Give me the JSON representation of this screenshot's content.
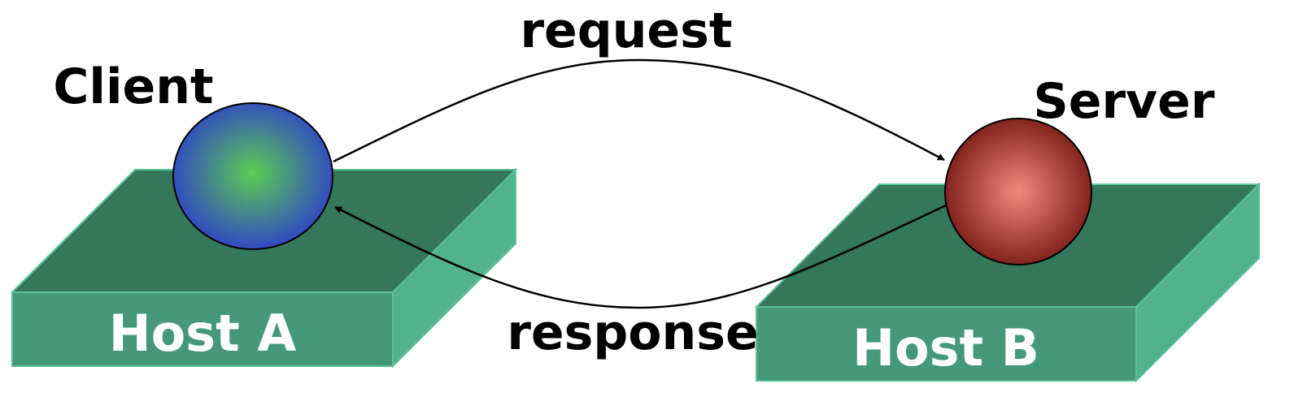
{
  "colors": {
    "background": "#ffffff",
    "host_top": "#35775b",
    "host_front": "#46987a",
    "host_side": "#52b28d",
    "host_edge": "#5cc29a",
    "client_center": "#5ccc52",
    "client_edge": "#2f42c8",
    "server_center": "#f08a80",
    "server_edge": "#7e1f19",
    "arrow": "#000000",
    "label_dark": "#000000",
    "label_light": "#ffffff"
  },
  "labels": {
    "request": "request",
    "response": "response",
    "client": "Client",
    "server": "Server",
    "host_a": "Host A",
    "host_b": "Host B"
  },
  "nodes": {
    "client": {
      "shape": "sphere",
      "style": "blue-green radial gradient"
    },
    "server": {
      "shape": "sphere",
      "style": "red radial gradient"
    }
  },
  "edges": [
    {
      "from": "client",
      "to": "server",
      "label": "request"
    },
    {
      "from": "server",
      "to": "client",
      "label": "response"
    }
  ]
}
